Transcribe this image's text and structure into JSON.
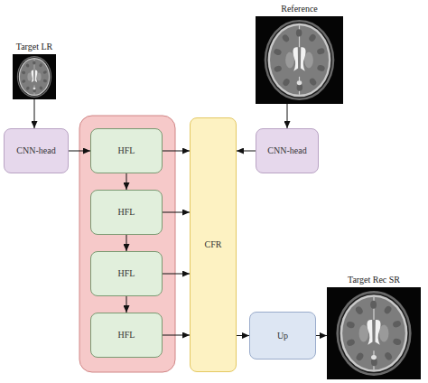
{
  "diagram": {
    "nodes": [
      {
        "text": [
          "Target LR"
        ]
      },
      {
        "text": [
          "Reference"
        ]
      },
      {
        "text": [
          "CNN-head"
        ]
      },
      {
        "text": [
          "CNN-head"
        ]
      },
      {
        "text": [
          "HFL"
        ]
      },
      {
        "text": [
          "HFL"
        ]
      },
      {
        "text": [
          "HFL"
        ]
      },
      {
        "text": [
          "HFL"
        ]
      },
      {
        "text": [
          "CFR"
        ]
      },
      {
        "text": [
          "Up"
        ]
      },
      {
        "text": [
          "Target Rec SR"
        ]
      }
    ],
    "edges": [
      {
        "from": 0,
        "to": 2,
        "arrow": "to"
      },
      {
        "from": 1,
        "to": 3,
        "arrow": "to"
      },
      {
        "from": 2,
        "to": 4,
        "arrow": "to"
      },
      {
        "from": 4,
        "to": 5,
        "arrow": "to"
      },
      {
        "from": 5,
        "to": 6,
        "arrow": "to"
      },
      {
        "from": 6,
        "to": 7,
        "arrow": "to"
      },
      {
        "from": 4,
        "to": 8,
        "arrow": "to"
      },
      {
        "from": 5,
        "to": 8,
        "arrow": "to"
      },
      {
        "from": 6,
        "to": 8,
        "arrow": "to"
      },
      {
        "from": 7,
        "to": 8,
        "arrow": "to"
      },
      {
        "from": 3,
        "to": 8,
        "arrow": "to"
      },
      {
        "from": 8,
        "to": 9,
        "arrow": "to"
      },
      {
        "from": 9,
        "to": 10,
        "arrow": "to"
      }
    ]
  }
}
